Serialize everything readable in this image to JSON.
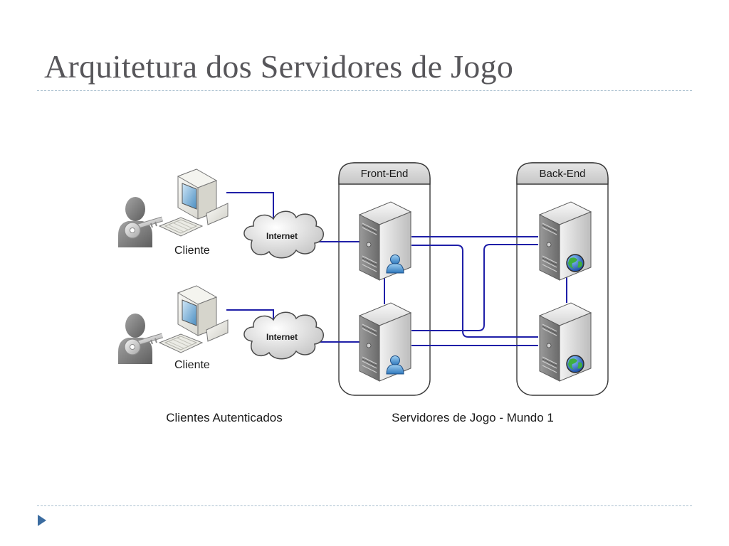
{
  "slide": {
    "title": "Arquitetura dos Servidores de Jogo"
  },
  "diagram": {
    "clients": [
      {
        "label": "Cliente",
        "network": "Internet"
      },
      {
        "label": "Cliente",
        "network": "Internet"
      }
    ],
    "groups": {
      "front_end": "Front-End",
      "back_end": "Back-End"
    },
    "captions": {
      "clients": "Clientes Autenticados",
      "servers": "Servidores de Jogo - Mundo 1"
    }
  },
  "colors": {
    "link": "#1f1fa8",
    "title": "#57565a",
    "rule": "#a9bfcf",
    "accent": "#3b6ca0"
  },
  "icons": [
    "user-icon",
    "key-icon",
    "desktop-computer-icon",
    "cloud-icon",
    "server-icon",
    "user-badge-icon",
    "globe-icon",
    "triangle-bullet-icon"
  ]
}
